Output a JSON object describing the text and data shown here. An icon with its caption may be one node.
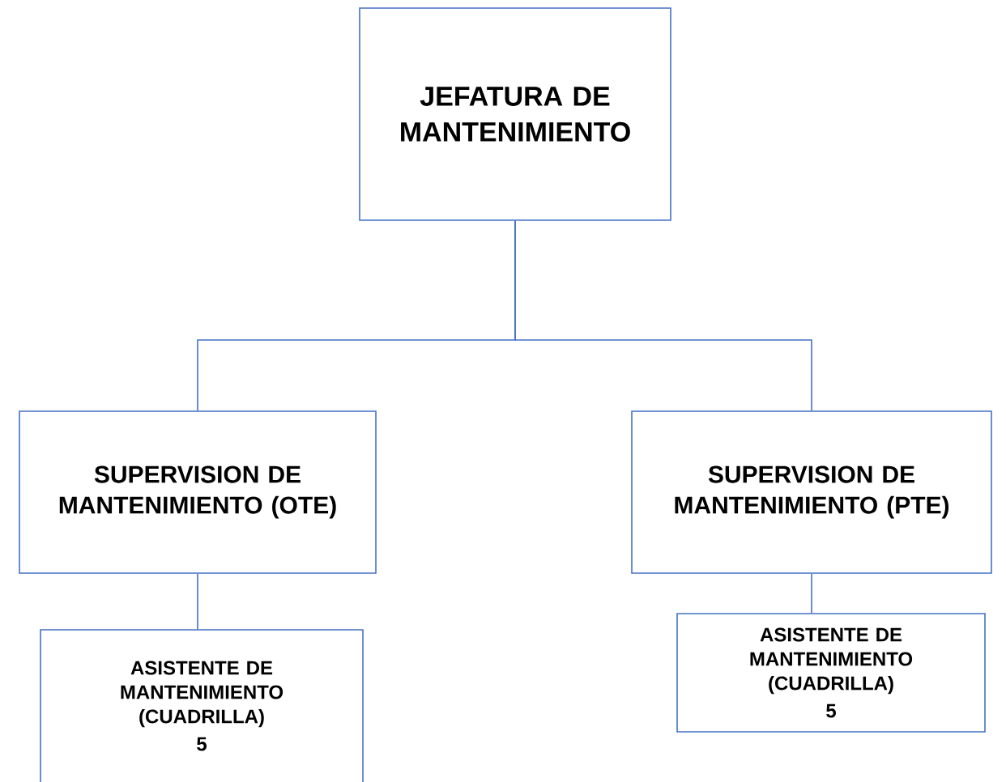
{
  "diagram": {
    "nodes": [
      {
        "text": [
          "JEFATURA DE MANTENIMIENTO"
        ]
      },
      {
        "text": [
          "SUPERVISION DE MANTENIMIENTO (OTE)"
        ]
      },
      {
        "text": [
          "SUPERVISION DE MANTENIMIENTO (PTE)"
        ]
      },
      {
        "text": [
          "ASISTENTE DE MANTENIMIENTO (CUADRILLA)",
          "5"
        ]
      },
      {
        "text": [
          "ASISTENTE DE MANTENIMIENTO (CUADRILLA)",
          "5"
        ]
      }
    ],
    "edges": [
      {
        "from": 0,
        "to": 1,
        "arrow": "none"
      },
      {
        "from": 0,
        "to": 2,
        "arrow": "none"
      },
      {
        "from": 1,
        "to": 3,
        "arrow": "none"
      },
      {
        "from": 2,
        "to": 4,
        "arrow": "none"
      }
    ]
  }
}
